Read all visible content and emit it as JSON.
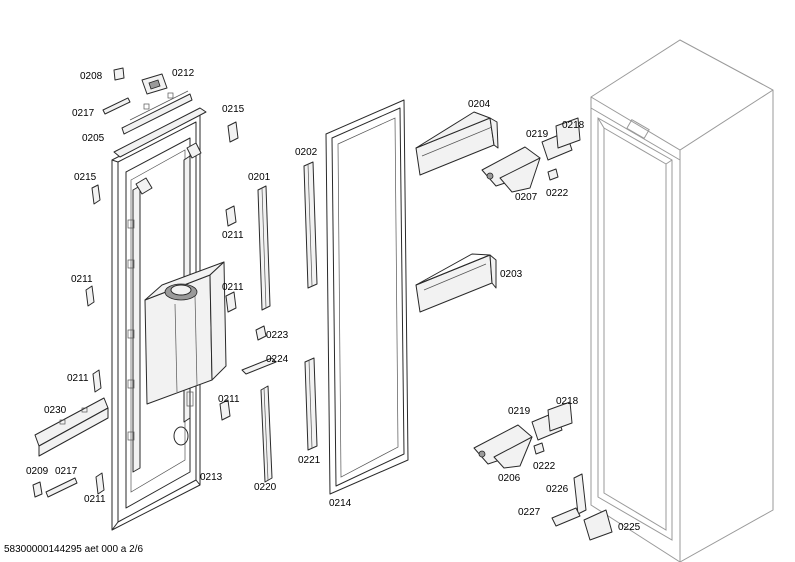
{
  "labels": {
    "l0208": "0208",
    "l0212": "0212",
    "l0217a": "0217",
    "l0205": "0205",
    "l0215a": "0215",
    "l0215b": "0215",
    "l0211a": "0211",
    "l0211b": "0211",
    "l0211c": "0211",
    "l0211d": "0211",
    "l0211e": "0211",
    "l0211f": "0211",
    "l0230": "0230",
    "l0209": "0209",
    "l0217b": "0217",
    "l0213": "0213",
    "l0201": "0201",
    "l0223": "0223",
    "l0224": "0224",
    "l0220": "0220",
    "l0202": "0202",
    "l0221": "0221",
    "l0214": "0214",
    "l0204": "0204",
    "l0219a": "0219",
    "l0218a": "0218",
    "l0207": "0207",
    "l0222a": "0222",
    "l0203": "0203",
    "l0218b": "0218",
    "l0219b": "0219",
    "l0206": "0206",
    "l0222b": "0222",
    "l0226": "0226",
    "l0227": "0227",
    "l0225": "0225"
  },
  "footer": "58300000144295 aet 000 a 2/6"
}
